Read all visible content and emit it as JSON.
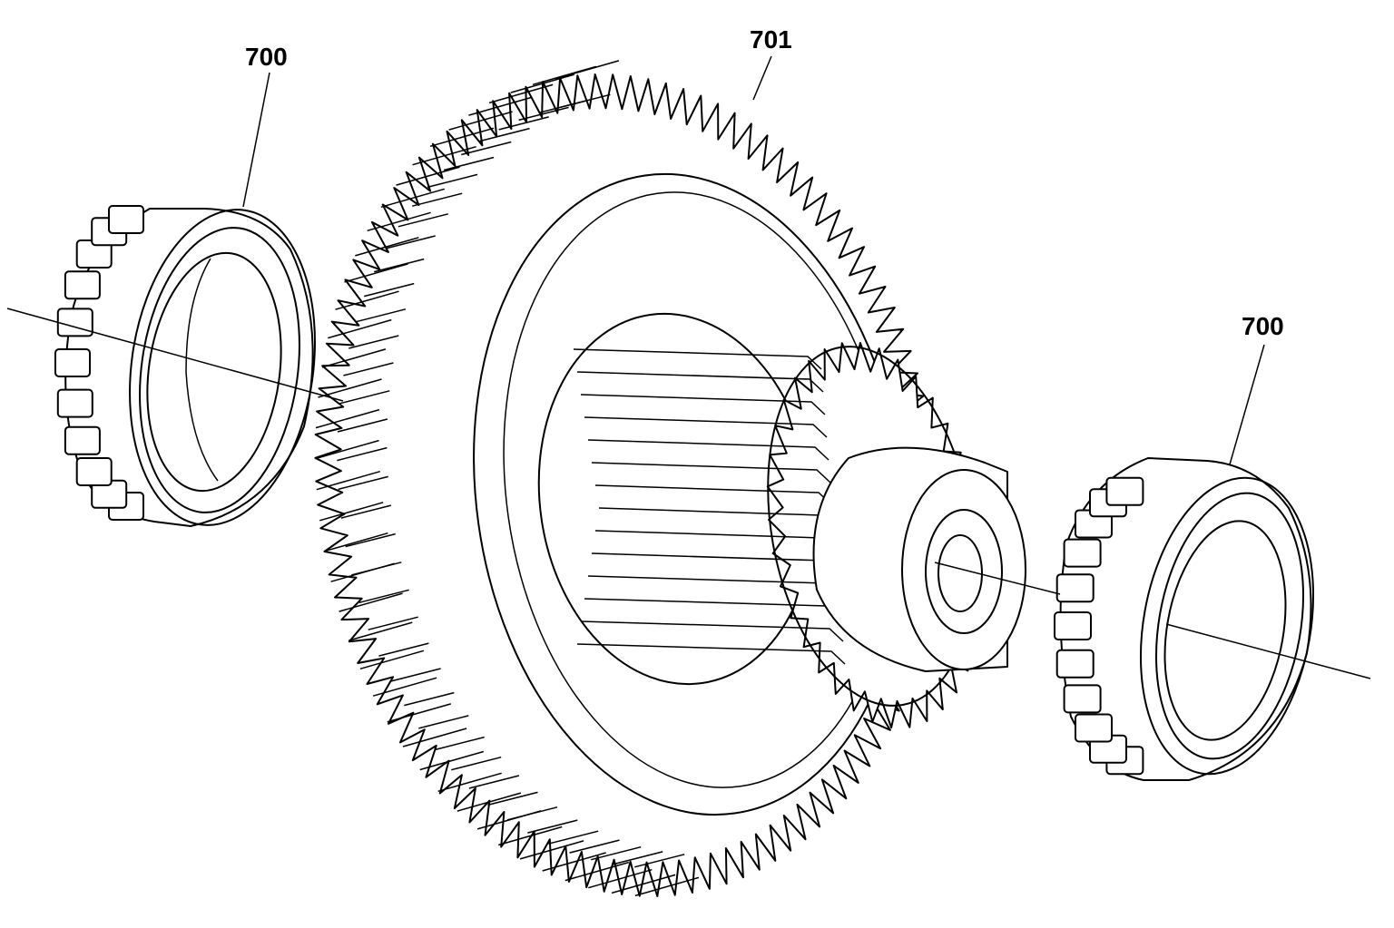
{
  "callouts": {
    "bearing_left": "700",
    "gear": "701",
    "bearing_right": "700"
  }
}
